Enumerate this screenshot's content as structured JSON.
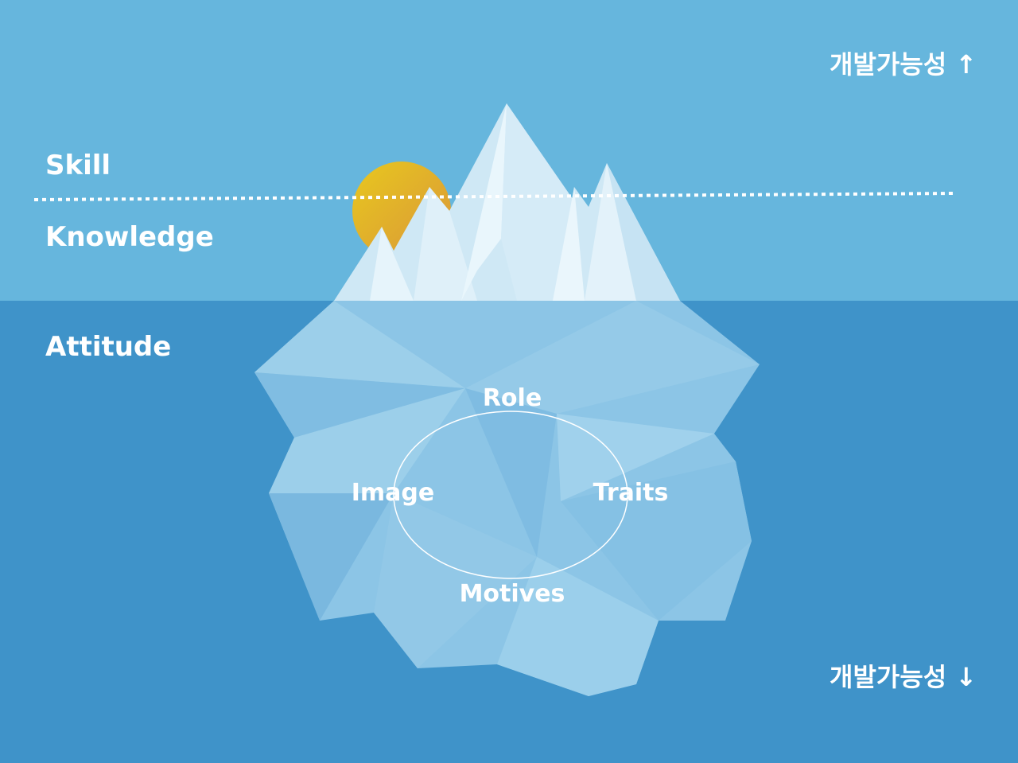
{
  "left_labels": {
    "skill": "Skill",
    "knowledge": "Knowledge",
    "attitude": "Attitude"
  },
  "right_labels": {
    "top": "개발가능성 ↑",
    "bottom": "개발가능성 ↓"
  },
  "core_labels": {
    "role": "Role",
    "image": "Image",
    "traits": "Traits",
    "motives": "Motives"
  },
  "colors": {
    "sky": "#66b6dd",
    "sea": "#3f93c9",
    "ice_above": "#d9eef8",
    "ice_below": "#8cc5e6",
    "sun": "#e3b823"
  }
}
